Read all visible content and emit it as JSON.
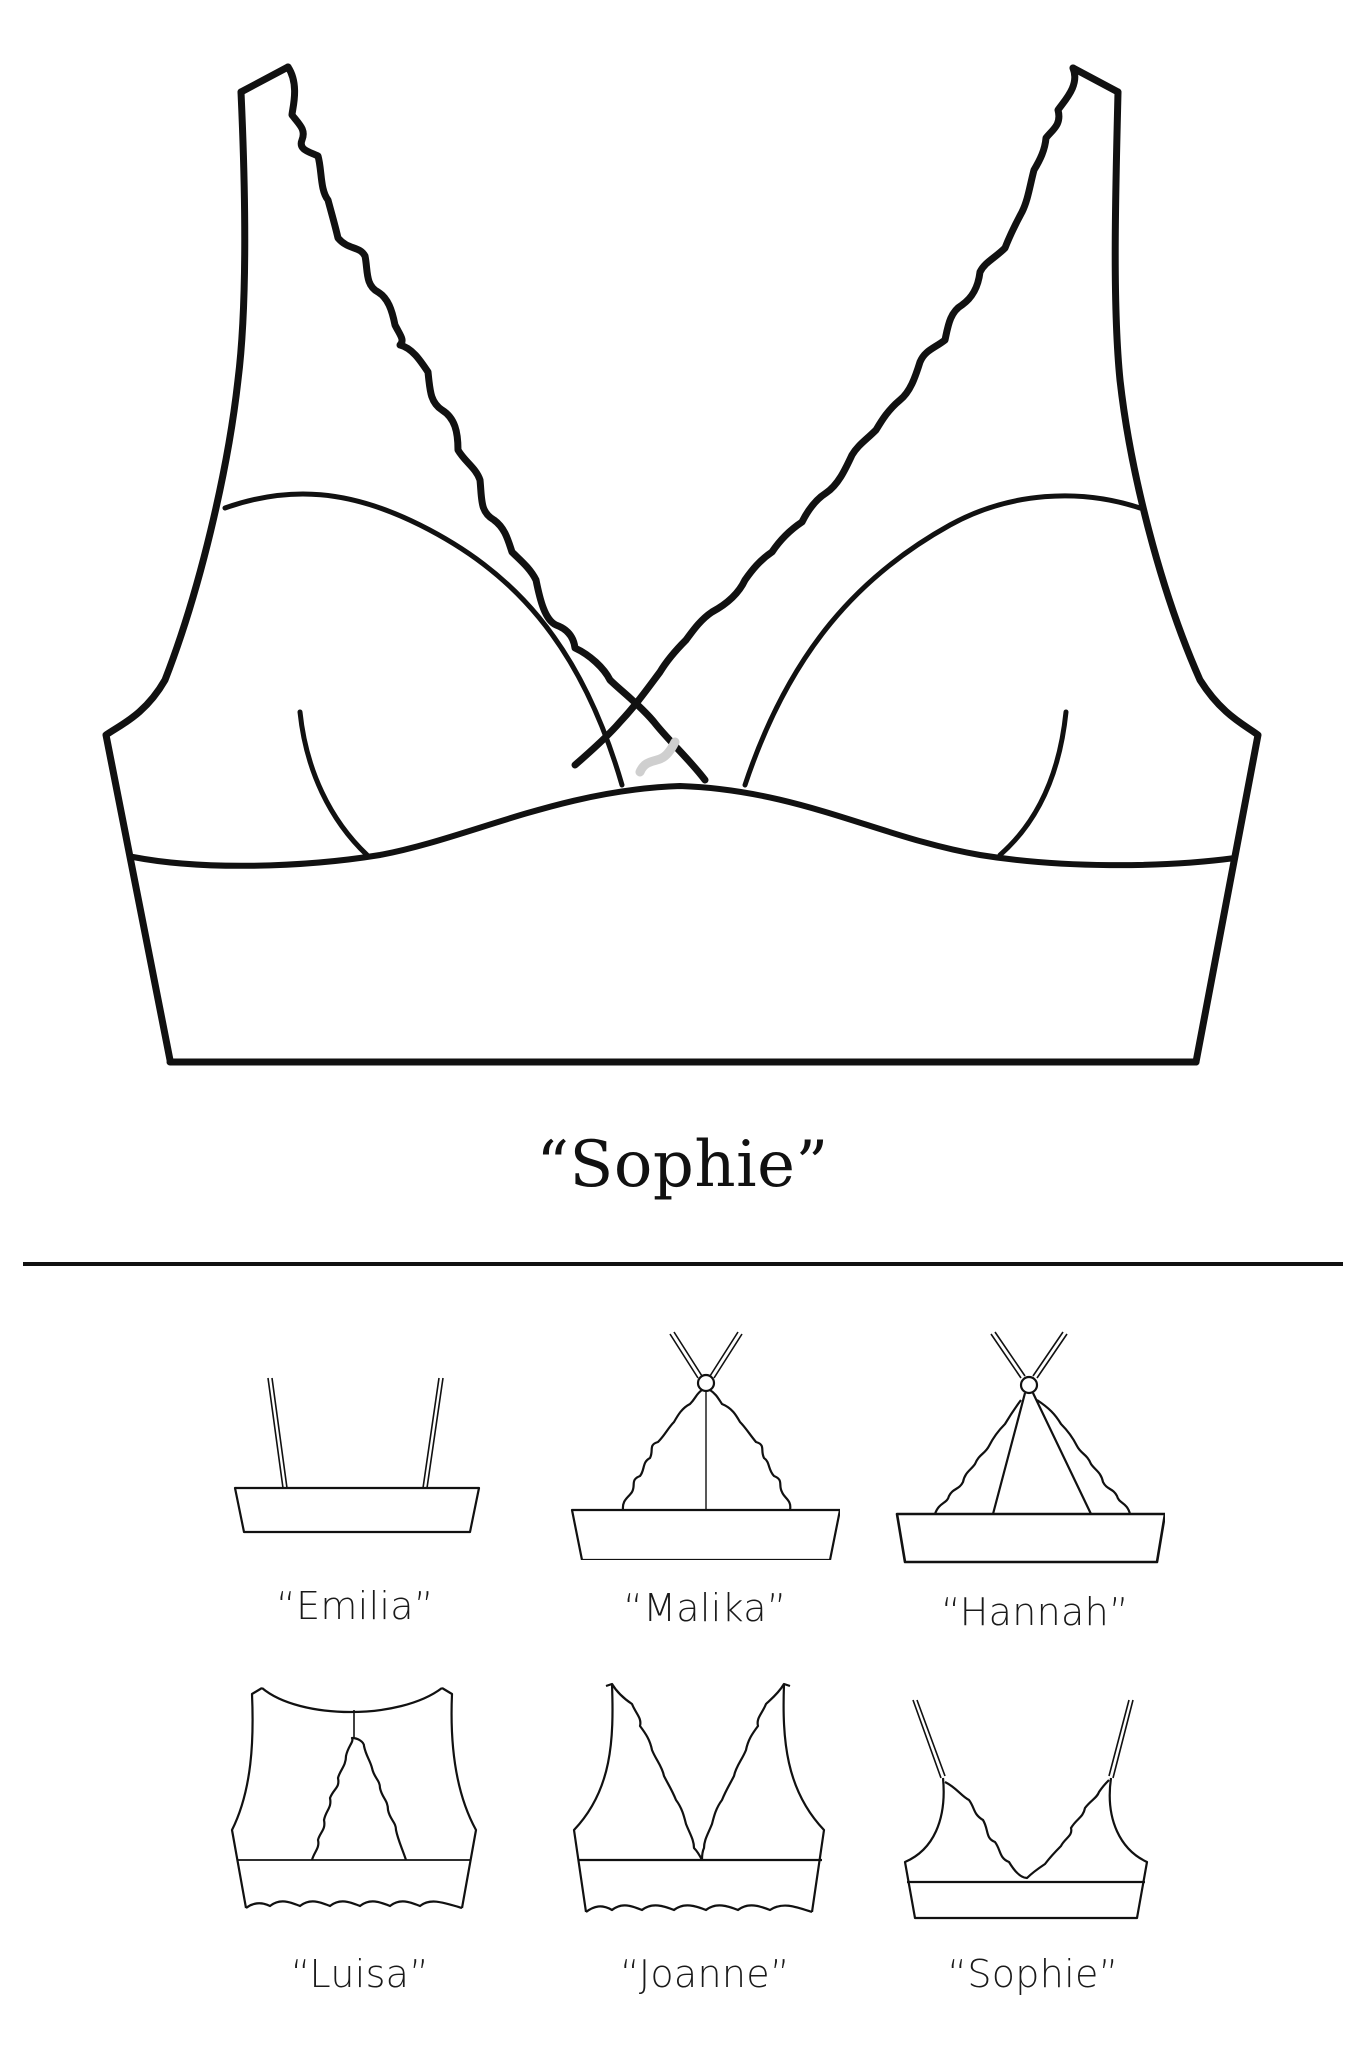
{
  "main": {
    "title": "“Sophie”",
    "line_color": "#111111",
    "accent_mark_color": "#cfcfcf"
  },
  "variants": [
    {
      "id": "emilia",
      "label": "“Emilia”"
    },
    {
      "id": "malika",
      "label": "“Malika”"
    },
    {
      "id": "hannah",
      "label": "“Hannah”"
    },
    {
      "id": "luisa",
      "label": "“Luisa”"
    },
    {
      "id": "joanne",
      "label": "“Joanne”"
    },
    {
      "id": "sophie",
      "label": "“Sophie”"
    }
  ]
}
